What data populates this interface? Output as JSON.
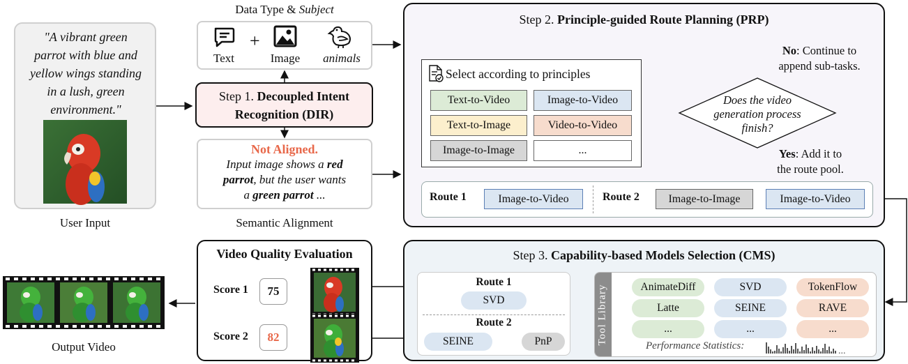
{
  "user_input": {
    "quote": "\"A vibrant green parrot with blue and yellow wings standing in a lush, green environment.\"",
    "quote_lines": [
      "\"A vibrant green",
      "parrot with blue and",
      "yellow wings standing",
      "in a lush, green",
      "environment.\""
    ],
    "label": "User Input"
  },
  "data_type": {
    "title_plain": "Data Type  & ",
    "title_italic": "Subject",
    "items": [
      "Text",
      "Image",
      "animals"
    ],
    "plus": "+"
  },
  "step1": {
    "prefix": "Step 1. ",
    "title_bold_1": "Decoupled Intent",
    "title_bold_2": "Recognition (DIR)"
  },
  "alignment": {
    "status": "Not Aligned.",
    "status_color": "#e8684a",
    "line1": "Input image shows a ",
    "line1_bold": "red",
    "line2_bold": "parrot",
    "line2": ", but the user wants",
    "line3_a": "a ",
    "line3_bold": "green parrot",
    "line3_b": " ...",
    "label": "Semantic Alignment"
  },
  "step2": {
    "prefix": "Step 2. ",
    "title_bold": "Principle-guided Route Planning (PRP)",
    "select_label": "Select according to principles",
    "tasks": [
      {
        "label": "Text-to-Video",
        "color": "#dcebd6"
      },
      {
        "label": "Image-to-Video",
        "color": "#dbe6f2"
      },
      {
        "label": "Text-to-Image",
        "color": "#fcefcd"
      },
      {
        "label": "Video-to-Video",
        "color": "#f7dccd"
      },
      {
        "label": "Image-to-Image",
        "color": "#d6d6d6"
      },
      {
        "label": "...",
        "color": "#ffffff"
      }
    ],
    "decision": [
      "Does the video",
      "generation process",
      "finish?"
    ],
    "no_bold": "No",
    "no_text_1": ": Continue to",
    "no_text_2": "append sub-tasks.",
    "yes_bold": "Yes",
    "yes_text_1": ": Add it to",
    "yes_text_2": "the route pool.",
    "route1_label": "Route 1",
    "route1_tasks": [
      "Image-to-Video"
    ],
    "route2_label": "Route 2",
    "route2_tasks": [
      "Image-to-Image",
      "Image-to-Video"
    ]
  },
  "step3": {
    "prefix": "Step 3. ",
    "title_bold": "Capability-based Models Selection (CMS)",
    "route1_label": "Route 1",
    "route1_models": [
      "SVD"
    ],
    "route2_label": "Route 2",
    "route2_models": [
      "SEINE",
      "PnP"
    ],
    "tool_library_label": "Tool Library",
    "tools": [
      {
        "label": "AnimateDiff",
        "color": "#dcebd6"
      },
      {
        "label": "SVD",
        "color": "#dbe6f2"
      },
      {
        "label": "TokenFlow",
        "color": "#f7dccd"
      },
      {
        "label": "Latte",
        "color": "#dcebd6"
      },
      {
        "label": "SEINE",
        "color": "#dbe6f2"
      },
      {
        "label": "RAVE",
        "color": "#f7dccd"
      },
      {
        "label": "...",
        "color": "#dcebd6"
      },
      {
        "label": "...",
        "color": "#dbe6f2"
      },
      {
        "label": "...",
        "color": "#f7dccd"
      }
    ],
    "perf_label": "Performance Statistics:"
  },
  "evaluation": {
    "title": "Video Quality Evaluation",
    "score1_label": "Score 1",
    "score1_value": "75",
    "score2_label": "Score 2",
    "score2_value": "82",
    "score2_color": "#e8684a"
  },
  "output": {
    "label": "Output Video"
  }
}
